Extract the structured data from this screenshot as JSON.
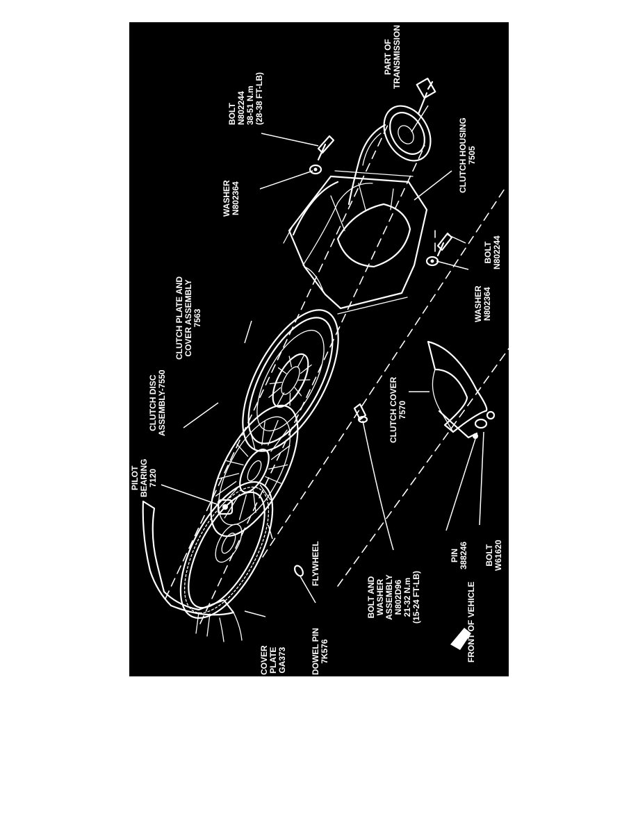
{
  "labels": {
    "part_of_transmission": [
      "PART OF",
      "TRANSMISSION"
    ],
    "bolt_top": [
      "BOLT",
      "N802244",
      "38-51 N.m",
      "(28-38 FT-LB)"
    ],
    "washer_top": [
      "WASHER",
      "N802364"
    ],
    "clutch_housing": [
      "CLUTCH HOUSING",
      "7505"
    ],
    "bolt_right": [
      "BOLT",
      "N802244"
    ],
    "washer_right": [
      "WASHER",
      "N802364"
    ],
    "clutch_plate_cover": [
      "CLUTCH PLATE AND",
      "COVER ASSEMBLY",
      "7563"
    ],
    "clutch_disc": [
      "CLUTCH DISC",
      "ASSEMBLY-7550"
    ],
    "clutch_cover": [
      "CLUTCH COVER",
      "7570"
    ],
    "pilot_bearing": [
      "PILOT",
      "BEARING",
      "7120"
    ],
    "flywheel": [
      "FLYWHEEL"
    ],
    "bolt_washer_assembly": [
      "BOLT AND",
      "WASHER",
      "ASSEMBLY",
      "N802D96",
      "21-32 N.m",
      "(15-24 FT-LB)"
    ],
    "pin": [
      "PIN",
      "388246"
    ],
    "bolt_bottom": [
      "BOLT",
      "W61620"
    ],
    "front_of_vehicle": [
      "FRONT OF VEHICLE"
    ],
    "dowel_pin": [
      "DOWEL PIN",
      "7K576"
    ],
    "cover_plate": [
      "COVER",
      "PLATE",
      "GA373"
    ]
  }
}
